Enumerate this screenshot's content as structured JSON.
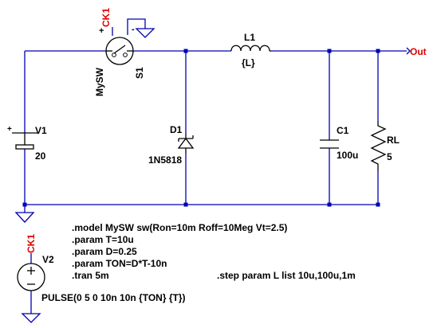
{
  "colors": {
    "wire": "#0000b4",
    "net_label": "#e00000",
    "component": "#000000",
    "background": "#ffffff"
  },
  "switch": {
    "label": "CK1",
    "model": "MySW",
    "name": "S1",
    "plus": "+",
    "minus": "-"
  },
  "inductor": {
    "name": "L1",
    "value": "{L}"
  },
  "output": {
    "label": "Out"
  },
  "diode": {
    "name": "D1",
    "model": "1N5818"
  },
  "source_v1": {
    "name": "V1",
    "value": "20"
  },
  "capacitor": {
    "name": "C1",
    "value": "100u"
  },
  "resistor": {
    "name": "RL",
    "value": "5"
  },
  "source_v2": {
    "name": "V2",
    "label": "CK1",
    "pulse": "PULSE(0 5 0 10n 10n {TON} {T})"
  },
  "directives": {
    "model": ".model MySW  sw(Ron=10m Roff=10Meg Vt=2.5)",
    "param_t": ".param T=10u",
    "param_d": ".param D=0.25",
    "param_ton": ".param TON=D*T-10n",
    "tran": ".tran 5m",
    "step": ".step param L list 10u,100u,1m"
  },
  "icons": {
    "ground": "ground-icon",
    "dc_source": "battery-icon",
    "pulse_source": "ac-source-icon"
  }
}
